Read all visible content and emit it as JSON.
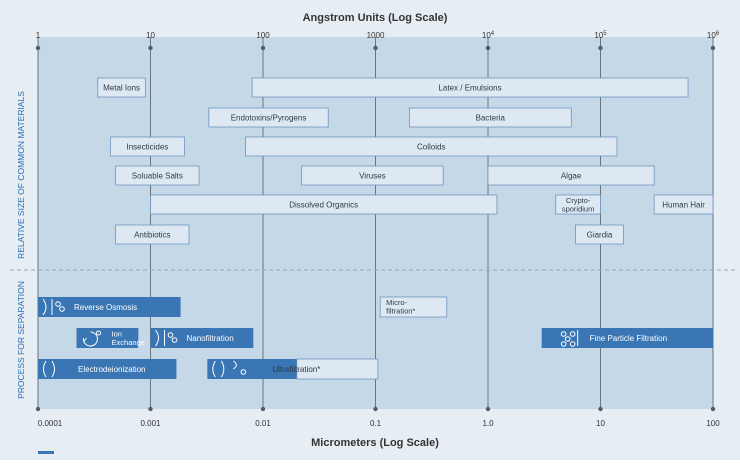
{
  "chart_data": {
    "type": "range-chart",
    "top_axis": {
      "title": "Angstrom Units (Log Scale)",
      "ticks": [
        {
          "log": 0,
          "base": "1",
          "exp": ""
        },
        {
          "log": 1,
          "base": "10",
          "exp": ""
        },
        {
          "log": 2,
          "base": "100",
          "exp": ""
        },
        {
          "log": 3,
          "base": "1000",
          "exp": ""
        },
        {
          "log": 4,
          "base": "10",
          "exp": "4"
        },
        {
          "log": 5,
          "base": "10",
          "exp": "5"
        },
        {
          "log": 6,
          "base": "10",
          "exp": "6"
        }
      ]
    },
    "bottom_axis": {
      "title": "Micrometers (Log Scale)",
      "ticks": [
        "0.0001",
        "0.001",
        "0.01",
        "0.1",
        "1.0",
        "10",
        "100"
      ]
    },
    "sections": [
      {
        "id": "materials",
        "label": "RELATIVE SIZE OF COMMON MATERIALS"
      },
      {
        "id": "process",
        "label": "PROCESS FOR SEPARATION"
      }
    ],
    "materials": [
      {
        "label": "Metal Ions",
        "range_angstrom": [
          3.4,
          9.0
        ],
        "lane": 0
      },
      {
        "label": "Latex / Emulsions",
        "range_angstrom": [
          80,
          600000
        ],
        "lane": 0
      },
      {
        "label": "Endotoxins/Pyrogens",
        "range_angstrom": [
          33,
          380
        ],
        "lane": 1
      },
      {
        "label": "Bacteria",
        "range_angstrom": [
          2000,
          55000
        ],
        "lane": 1
      },
      {
        "label": "Insecticides",
        "range_angstrom": [
          4.4,
          20
        ],
        "lane": 2
      },
      {
        "label": "Colloids",
        "range_angstrom": [
          70,
          140000
        ],
        "lane": 2
      },
      {
        "label": "Soluable Salts",
        "range_angstrom": [
          4.9,
          27
        ],
        "lane": 3
      },
      {
        "label": "Viruses",
        "range_angstrom": [
          220,
          4000
        ],
        "lane": 3
      },
      {
        "label": "Algae",
        "range_angstrom": [
          10000,
          300000
        ],
        "lane": 3
      },
      {
        "label": "Dissolved Organics",
        "range_angstrom": [
          10,
          12000
        ],
        "lane": 4
      },
      {
        "label": "Crypto-\nsporidium",
        "range_angstrom": [
          40000,
          100000
        ],
        "lane": 4
      },
      {
        "label": "Human Hair",
        "range_angstrom": [
          300000,
          1000000
        ],
        "lane": 4
      },
      {
        "label": "Antibiotics",
        "range_angstrom": [
          4.9,
          22
        ],
        "lane": 5
      },
      {
        "label": "Giardia",
        "range_angstrom": [
          60000,
          160000
        ],
        "lane": 5
      }
    ],
    "processes": [
      {
        "label": "Reverse Osmosis",
        "range_um": [
          0.0001,
          0.00185
        ],
        "lane": 0,
        "style": "filled",
        "icon": "dual-circles-icon"
      },
      {
        "label": "Micro-\nfiltration*",
        "range_um": [
          0.11,
          0.43
        ],
        "lane": 0,
        "style": "light"
      },
      {
        "label": "Ion\nExchange",
        "range_um": [
          0.00022,
          0.00078
        ],
        "lane": 1,
        "style": "filled",
        "icon": "swirl-icon"
      },
      {
        "label": "Nanofiltration",
        "range_um": [
          0.001,
          0.0082
        ],
        "lane": 1,
        "style": "filled",
        "icon": "dual-circles-icon"
      },
      {
        "label": "Fine Particle Filtration",
        "range_um": [
          3.0,
          100
        ],
        "lane": 1,
        "style": "filled",
        "icon": "bubbles-icon"
      },
      {
        "label": "Electrodeionization",
        "range_um": [
          0.0001,
          0.0017
        ],
        "lane": 2,
        "style": "filled",
        "icon": "membrane-icon"
      },
      {
        "label": "Ultrafiltration*",
        "range_um": [
          0.0032,
          0.105
        ],
        "lane": 2,
        "style": "filled-partial",
        "icon": "membrane-icon"
      }
    ],
    "colors": {
      "background": "#e6edf3",
      "band": "#c5d8e8",
      "grid": "#6b7580",
      "material_box_fill": "#dde8f3",
      "material_box_stroke": "#6f95bd",
      "process_fill": "#3a75b4",
      "section_label": "#2a6cb0",
      "axis_text": "#333333"
    }
  }
}
